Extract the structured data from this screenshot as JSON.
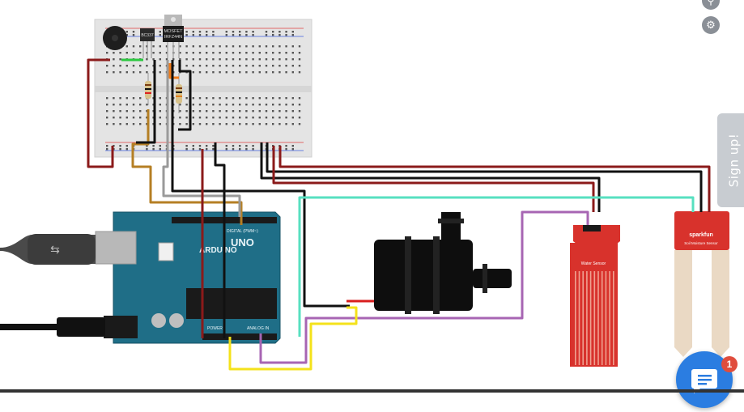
{
  "toolbar": {
    "zoom_icon": "magnifier-icon",
    "settings_icon": "gear-icon"
  },
  "signup": {
    "label": "Sign up!"
  },
  "chat": {
    "badge_count": "1",
    "icon": "chat-icon"
  },
  "components": {
    "mosfet": {
      "label_line1": "MOSFET",
      "label_line2": "IRFZ44N"
    },
    "transistor": {
      "label": "BC337"
    },
    "arduino": {
      "brand": "ARDUINO",
      "model": "UNO",
      "digital_label": "DIGITAL (PWM~)",
      "analog_label": "ANALOG IN",
      "power_label": "POWER"
    },
    "water_sensor": {
      "label": "Water Sensor"
    },
    "soil_sensor": {
      "brand": "sparkfun",
      "label": "Soil Moisture Sensor"
    }
  },
  "colors": {
    "wire_red": "#8b1a1a",
    "wire_black": "#111111",
    "wire_cyan": "#57e0c0",
    "wire_purple": "#a765b3",
    "wire_yellow": "#f4e21b",
    "wire_brown": "#b57f24",
    "wire_gray": "#9a9a9a",
    "wire_green": "#2bc940",
    "wire_orange": "#f07c1b",
    "board_teal": "#1f6e87",
    "sensor_red": "#d8322c"
  }
}
